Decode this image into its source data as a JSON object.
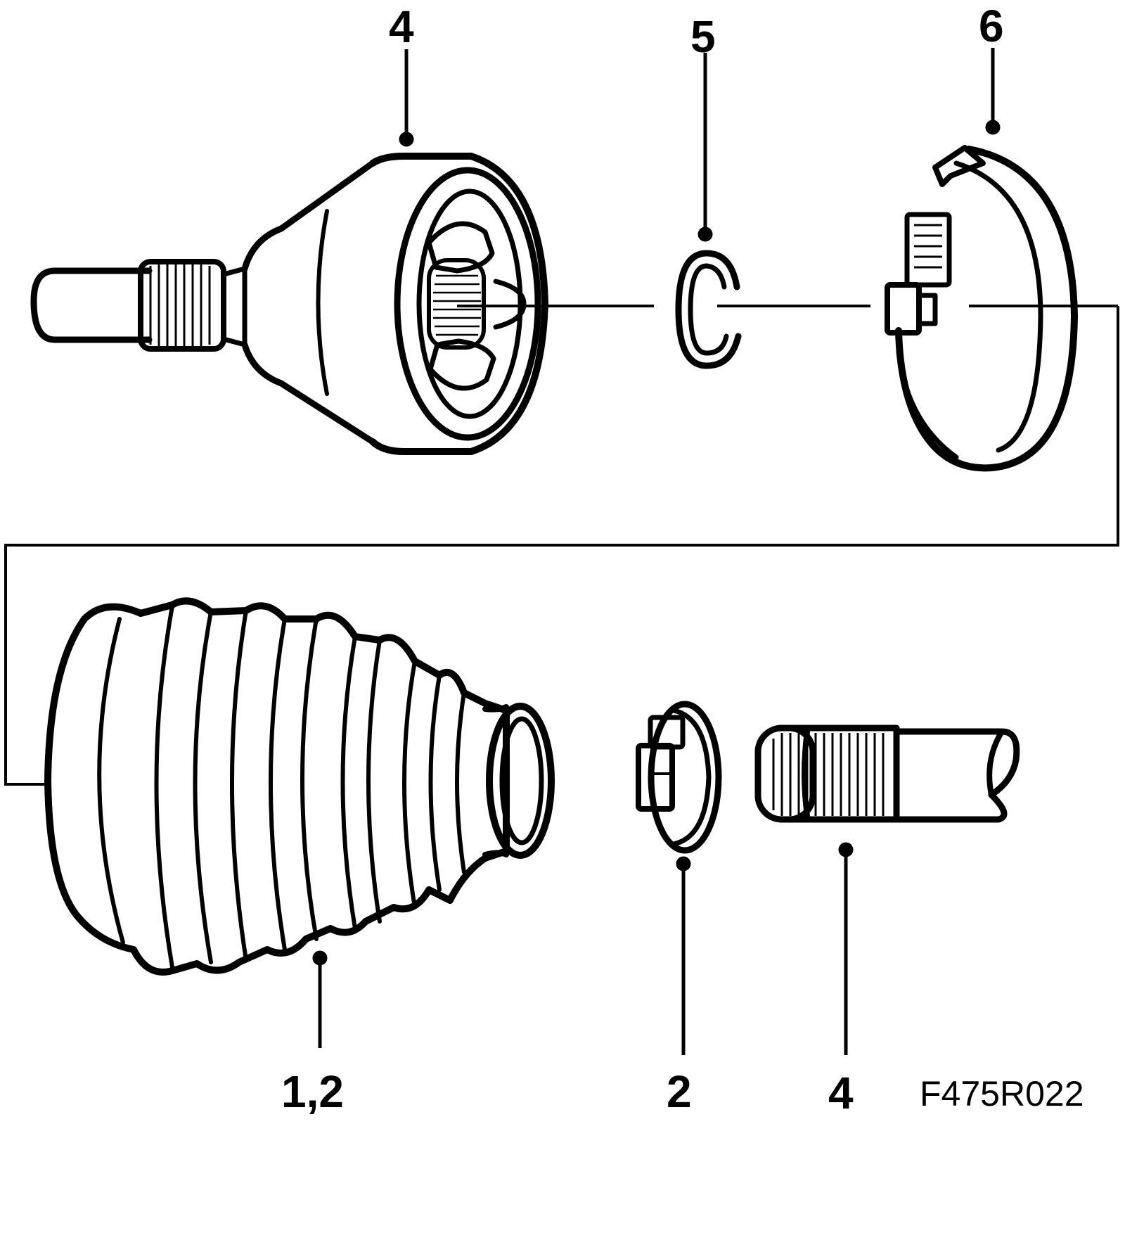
{
  "callouts": {
    "cv_joint_top": "4",
    "circlip": "5",
    "clamp_large": "6",
    "boot": "1,2",
    "clamp_small": "2",
    "shaft": "4"
  },
  "figure_code": "F475R022",
  "colors": {
    "line": "#000000",
    "background": "#ffffff"
  }
}
